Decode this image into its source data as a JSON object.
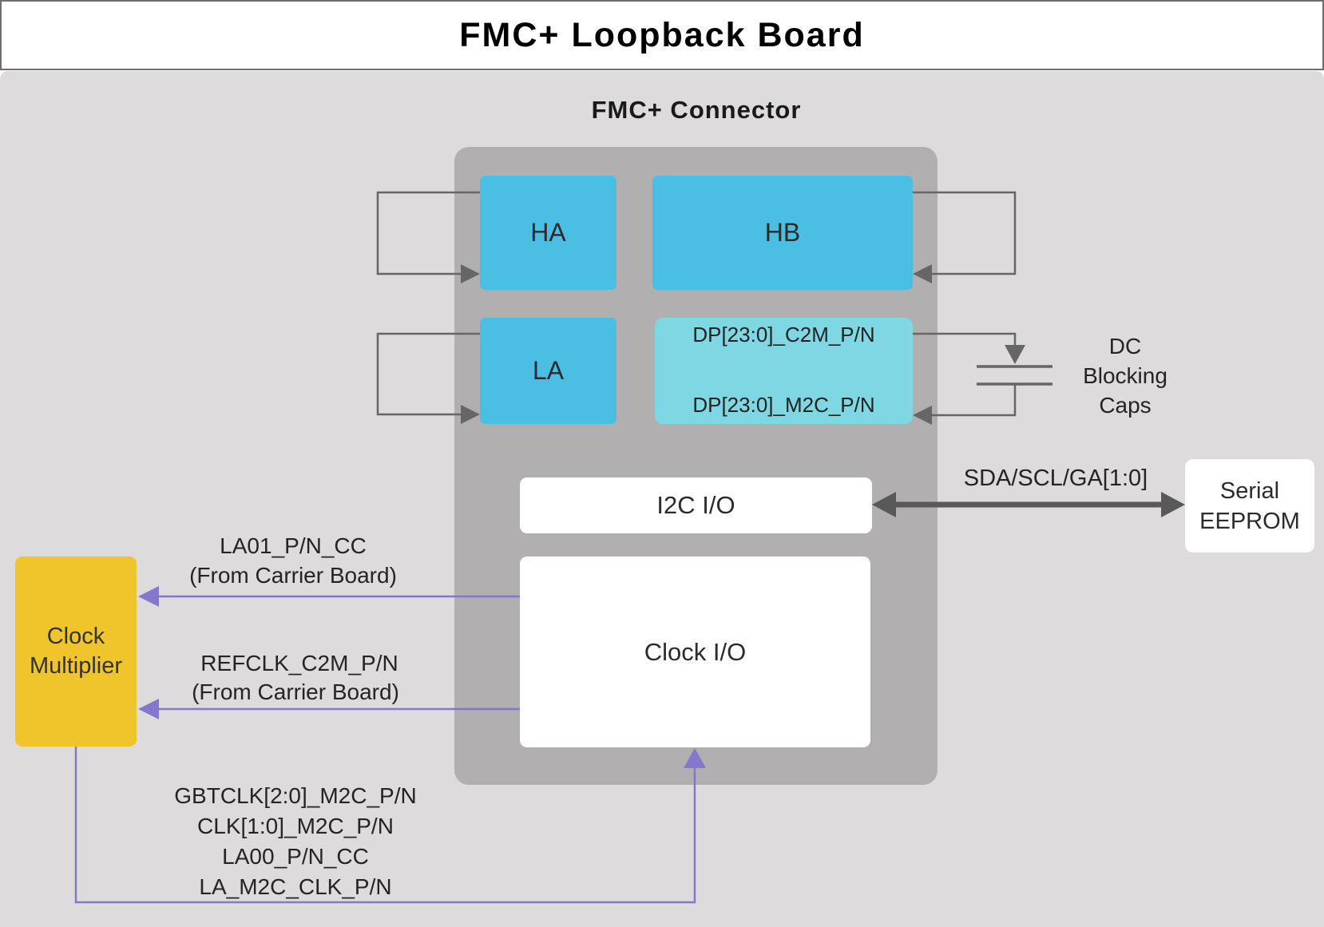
{
  "title": "FMC+ Loopback Board",
  "connector": {
    "label": "FMC+ Connector",
    "banks": {
      "ha": "HA",
      "hb": "HB",
      "la": "LA"
    },
    "dp": {
      "line1": "DP[23:0]_C2M_P/N",
      "line2": "DP[23:0]_M2C_P/N"
    },
    "i2c_label": "I2C I/O",
    "clock_label": "Clock I/O"
  },
  "dc_caps": {
    "lines": [
      "DC",
      "Blocking",
      "Caps"
    ]
  },
  "eeprom": {
    "bus_label": "SDA/SCL/GA[1:0]",
    "line1": "Serial",
    "line2": "EEPROM"
  },
  "clock_multiplier": {
    "line1": "Clock",
    "line2": "Multiplier"
  },
  "clock_inputs": {
    "la01": {
      "signal": "LA01_P/N_CC",
      "source": "(From Carrier Board)"
    },
    "refclk": {
      "signal": "REFCLK_C2M_P/N",
      "source": "(From Carrier Board)"
    }
  },
  "clock_outputs": {
    "labels": [
      "GBTCLK[2:0]_M2C_P/N",
      "CLK[1:0]_M2C_P/N",
      "LA00_P/N_CC",
      "LA_M2C_CLK_P/N"
    ]
  },
  "colors": {
    "bank_blue": "#4bbee4",
    "dp_cyan": "#7ed7e3",
    "multiplier_yellow": "#f0c52b",
    "signal_purple": "#8478cc",
    "connector_gray": "#b1afaf",
    "panel_gray": "#dddbdb",
    "wire_gray": "#666666",
    "bus_arrow_gray": "#595959"
  }
}
